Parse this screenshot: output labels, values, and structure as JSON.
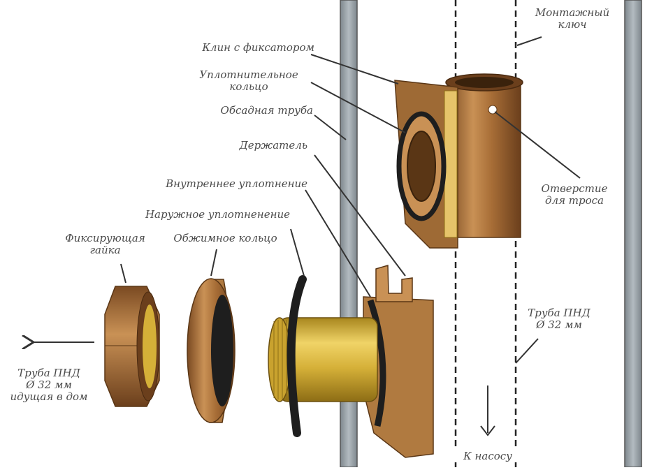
{
  "labels": {
    "mounting_key": [
      "Монтажный",
      "ключ"
    ],
    "wedge_with_lock": "Клин с фиксатором",
    "sealing_ring": [
      "Уплотнительное",
      "кольцо"
    ],
    "casing_pipe": "Обсадная труба",
    "holder": "Держатель",
    "inner_seal": "Внутреннее уплотнение",
    "outer_seal": "Наружное уплотненение",
    "fixing_nut": [
      "Фиксирующая",
      "гайка"
    ],
    "compression_ring": "Обжимное кольцо",
    "cable_hole": [
      "Отверстие",
      "для троса"
    ],
    "pipe_pnd_right": [
      "Труба ПНД",
      "Ø 32 мм"
    ],
    "pipe_pnd_left": [
      "Труба ПНД",
      "Ø 32 мм",
      "идущая в дом"
    ],
    "to_pump": "К насосу"
  },
  "colors": {
    "brass_dark": "#8a5a2b",
    "brass_mid": "#b98345",
    "brass_light": "#d9a86a",
    "gold": "#d8b23c",
    "casing_wall": "#9aa3a9",
    "seal_black": "#1e1e1e",
    "leader": "#333333"
  }
}
